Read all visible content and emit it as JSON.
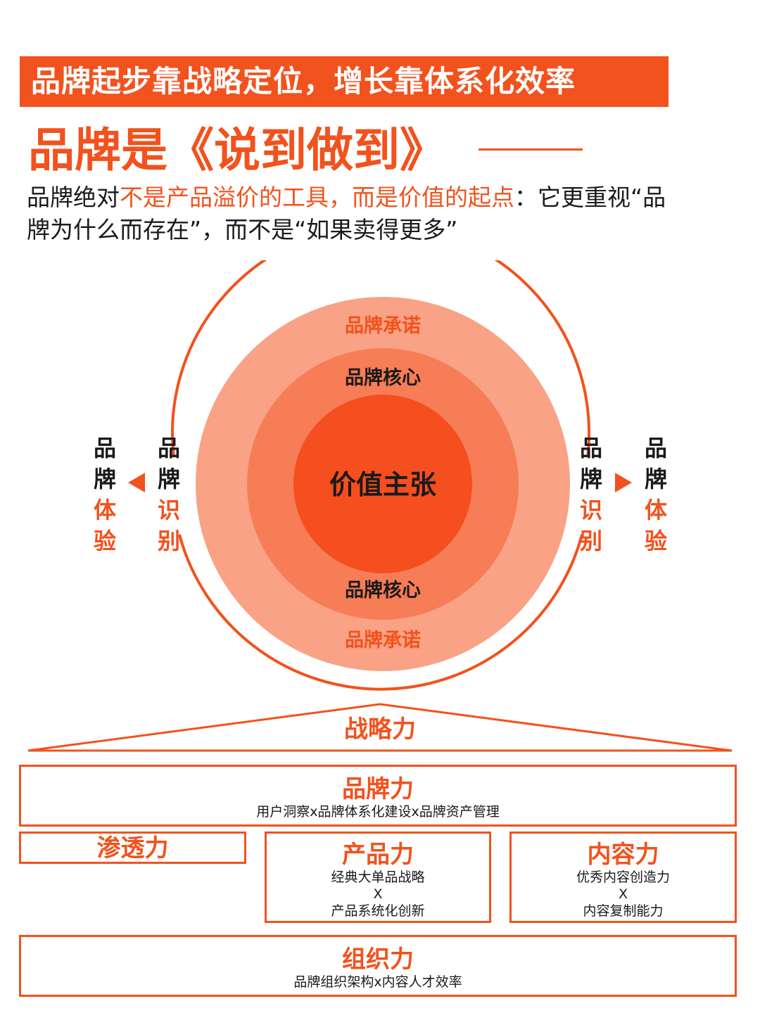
{
  "banner": {
    "title": "品牌起步靠战略定位，增长靠体系化效率"
  },
  "headline": {
    "text": "品牌是《说到做到》"
  },
  "intro": {
    "part1": "品牌绝对",
    "highlight": "不是产品溢价的工具，而是价值的起点",
    "part2": "：它更重视“品牌为什么而存在”，而不是“如果卖得更多”"
  },
  "circle": {
    "outer_top": "品牌承诺",
    "middle_top": "品牌核心",
    "center": "价值主张",
    "middle_bottom": "品牌核心",
    "outer_bottom": "品牌承诺"
  },
  "sides": {
    "left_outer": [
      "品",
      "牌",
      "体",
      "验"
    ],
    "left_inner": [
      "品",
      "牌",
      "识",
      "别"
    ],
    "right_inner": [
      "品",
      "牌",
      "识",
      "别"
    ],
    "right_outer": [
      "品",
      "牌",
      "体",
      "验"
    ]
  },
  "house": {
    "roof_title": "战略力",
    "brand": {
      "title": "品牌力",
      "desc": "用户洞察x品牌体系化建设x品牌资产管理"
    },
    "penetration": {
      "title": "渗透力"
    },
    "product": {
      "title": "产品力",
      "desc": "经典大单品战略\nX\n产品系统化创新"
    },
    "content": {
      "title": "内容力",
      "desc": "优秀内容创造力\nX\n内容复制能力"
    },
    "organization": {
      "title": "组织力",
      "desc": "品牌组织架构x内容人才效率"
    }
  },
  "colors": {
    "accent": "#f2521d",
    "ring_outer": "#f9a285",
    "ring_middle": "#f67d56",
    "core": "#f54e1f",
    "text_dark": "#1a1a1a"
  }
}
